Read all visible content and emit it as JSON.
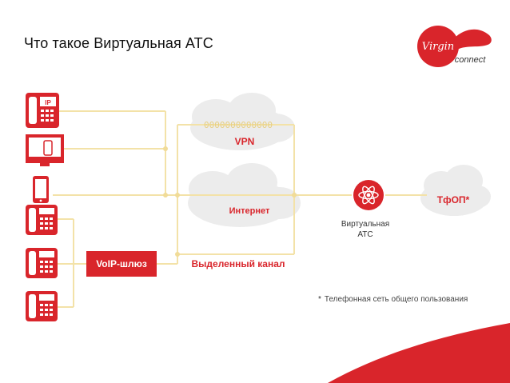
{
  "header": {
    "title": "Что такое Виртуальная АТС"
  },
  "logo": {
    "brand_word": "Virgin",
    "brand_sub": "connect"
  },
  "diagram": {
    "devices": [
      {
        "kind": "ip-phone",
        "label": "IP"
      },
      {
        "kind": "computer",
        "label": ""
      },
      {
        "kind": "mobile",
        "label": ""
      },
      {
        "kind": "desk-phone",
        "label": ""
      },
      {
        "kind": "desk-phone",
        "label": ""
      },
      {
        "kind": "desk-phone",
        "label": ""
      }
    ],
    "voip_gateway": "VoIP-шлюз",
    "vpn_label": "VPN",
    "vpn_tunnel": "0000000000000",
    "internet_label": "Интернет",
    "dedicated_label": "Выделенный канал",
    "vpbx_label_line1": "Виртуальная",
    "vpbx_label_line2": "АТС",
    "pstn_label": "ТфОП*",
    "footnote_marker": "*",
    "footnote": "Телефонная сеть общего пользования"
  },
  "colors": {
    "red": "#d9252b",
    "line": "#f3e2a8",
    "cloud": "#ececec",
    "cloud_text": "#d9252b"
  }
}
